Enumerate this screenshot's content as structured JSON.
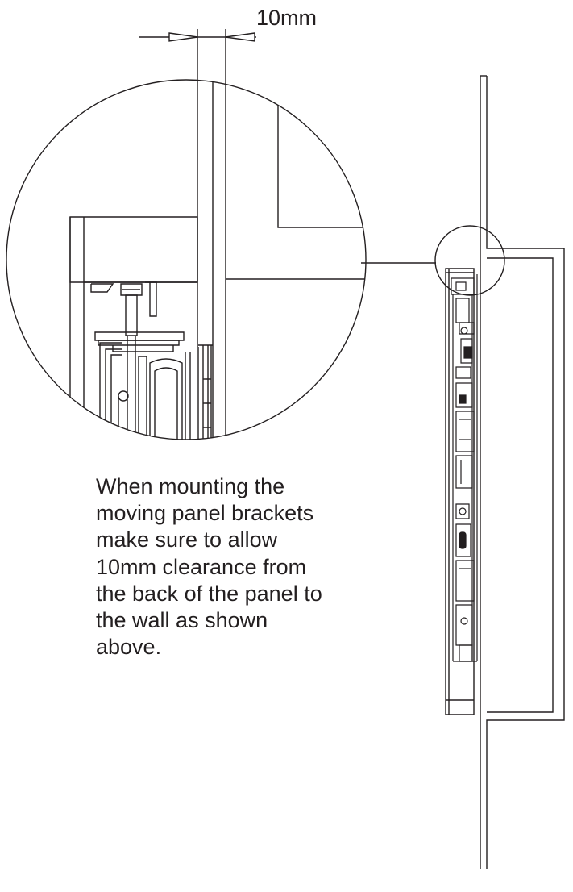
{
  "dimension": {
    "label": "10mm"
  },
  "instruction": {
    "lines": [
      "When mounting the",
      "moving panel brackets",
      "make sure to allow",
      "10mm clearance from",
      "the back of the panel to",
      "the wall as shown",
      "above."
    ]
  },
  "colors": {
    "ink": "#231f20",
    "background": "#ffffff"
  }
}
